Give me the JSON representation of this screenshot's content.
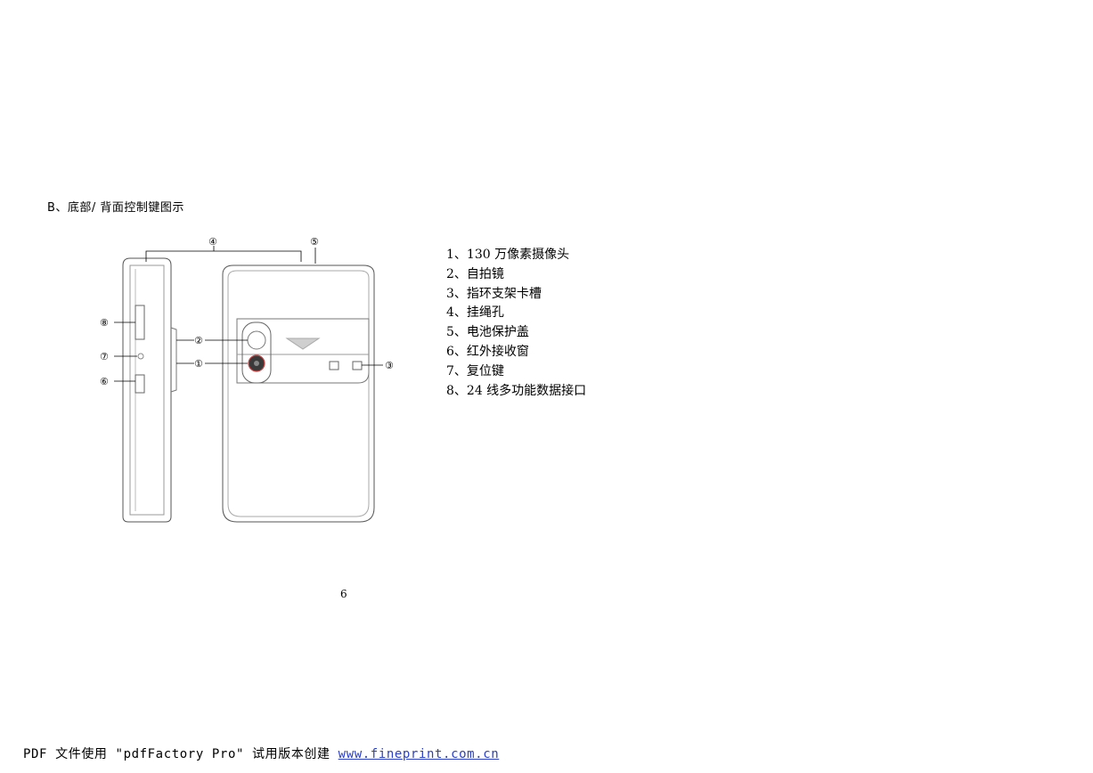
{
  "section": {
    "title": "B、底部/ 背面控制键图示"
  },
  "callouts": {
    "c1": "①",
    "c2": "②",
    "c3": "③",
    "c4": "④",
    "c5": "⑤",
    "c6": "⑥",
    "c7": "⑦",
    "c8": "⑧"
  },
  "legend": [
    "1、130 万像素摄像头",
    "2、自拍镜",
    "3、指环支架卡槽",
    "4、挂绳孔",
    "5、电池保护盖",
    "6、红外接收窗",
    "7、复位键",
    "8、24 线多功能数据接口"
  ],
  "page": {
    "number": "6"
  },
  "footer": {
    "text": "PDF 文件使用 \"pdfFactory Pro\" 试用版本创建",
    "link": "www.fineprint.com.cn"
  }
}
